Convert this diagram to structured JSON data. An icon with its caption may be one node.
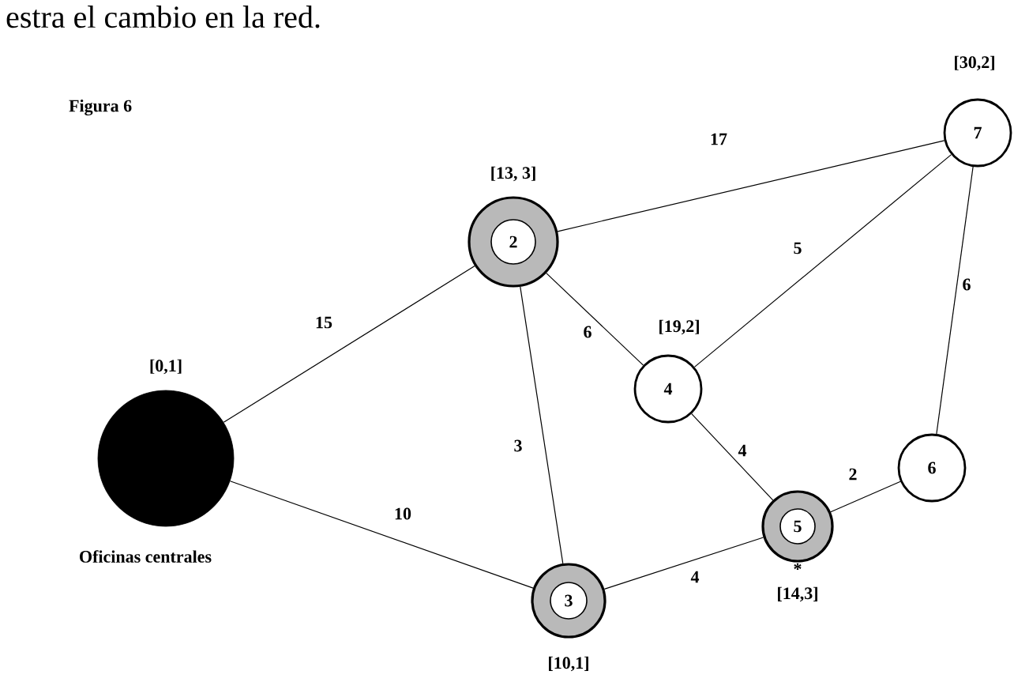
{
  "diagram": {
    "nodes": [
      {
        "text": [],
        "shape": "circle",
        "beside": [
          "[0,1]",
          "Oficinas centrales"
        ]
      },
      {
        "text": [
          "2"
        ],
        "beside": [
          "[13, 3]"
        ]
      },
      {
        "text": [
          "3"
        ],
        "beside": [
          "[10,1]"
        ]
      },
      {
        "text": [
          "4"
        ],
        "beside": [
          "[19,2]"
        ]
      },
      {
        "text": [
          "5"
        ],
        "beside": [
          "*",
          "[14,3]"
        ]
      },
      {
        "text": [
          "6"
        ]
      },
      {
        "text": [
          "7"
        ],
        "beside": [
          "[30,2]"
        ]
      }
    ],
    "edges": [
      {
        "from": 0,
        "to": 1,
        "arrow": "none",
        "label": "15"
      },
      {
        "from": 0,
        "to": 2,
        "arrow": "none",
        "label": "10"
      },
      {
        "from": 1,
        "to": 2,
        "arrow": "none",
        "label": "3"
      },
      {
        "from": 1,
        "to": 3,
        "arrow": "none",
        "label": "6"
      },
      {
        "from": 1,
        "to": 6,
        "arrow": "none",
        "label": "17"
      },
      {
        "from": 3,
        "to": 6,
        "arrow": "none",
        "label": "5"
      },
      {
        "from": 3,
        "to": 4,
        "arrow": "none",
        "label": "4"
      },
      {
        "from": 2,
        "to": 4,
        "arrow": "none",
        "label": "4"
      },
      {
        "from": 4,
        "to": 5,
        "arrow": "none",
        "label": "2"
      },
      {
        "from": 5,
        "to": 6,
        "arrow": "none",
        "label": "6"
      }
    ],
    "labels": [
      "estra el cambio en la red.",
      "Figura 6"
    ]
  }
}
